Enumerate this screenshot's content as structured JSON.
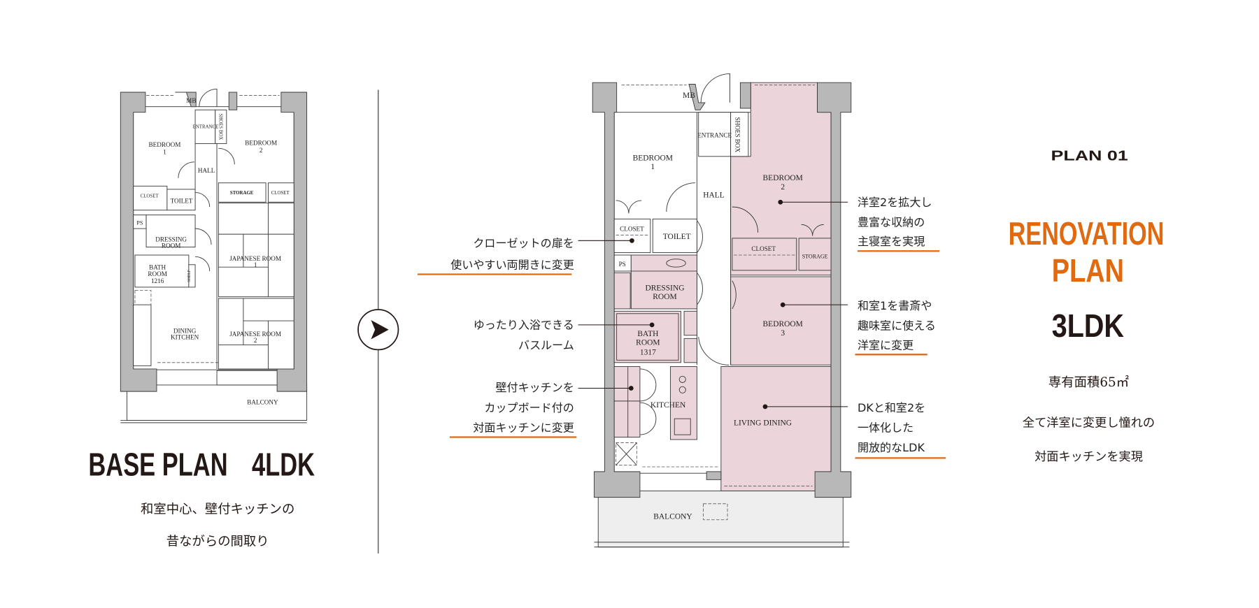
{
  "base_plan": {
    "title": "BASE PLAN　4LDK",
    "description_lines": [
      "和室中心、壁付キッチンの",
      "昔ながらの間取り"
    ],
    "rooms": {
      "mb": "MB",
      "bedroom1": [
        "BEDROOM",
        "1"
      ],
      "entrance": "ENTRANCE",
      "shoes_box": "SHOES BOX",
      "bedroom2": [
        "BEDROOM",
        "2"
      ],
      "hall": "HALL",
      "closet_left": "CLOSET",
      "toilet": "TOILET",
      "storage": "STORAGE",
      "closet_right": "CLOSET",
      "ps": "PS",
      "dressing": [
        "DRESSING",
        "ROOM"
      ],
      "japanese1": [
        "JAPANESE ROOM",
        "1"
      ],
      "bath": [
        "BATH",
        "ROOM",
        "1216"
      ],
      "shelf": "SHELF",
      "dining_kitchen": [
        "DINING",
        "KITCHEN"
      ],
      "japanese2": [
        "JAPANESE ROOM",
        "2"
      ],
      "balcony": "BALCONY"
    }
  },
  "renovation_plan": {
    "rooms": {
      "mb": "MB",
      "bedroom1": [
        "BEDROOM",
        "1"
      ],
      "entrance": "ENTRANCE",
      "shoes_box": "SHOES BOX",
      "hall": "HALL",
      "bedroom2": [
        "BEDROOM",
        "2"
      ],
      "closet_left": "CLOSET",
      "toilet": "TOILET",
      "closet_right": "CLOSET",
      "storage": "STORAGE",
      "ps": "PS",
      "dressing": [
        "DRESSING",
        "ROOM"
      ],
      "bath": [
        "BATH",
        "ROOM",
        "1317"
      ],
      "bedroom3": [
        "BEDROOM",
        "3"
      ],
      "kitchen": "KITCHEN",
      "living_dining": "LIVING DINING",
      "balcony": "BALCONY"
    },
    "callouts_left": [
      {
        "lines": [
          "クローゼットの扉を",
          "使いやすい両開きに変更"
        ]
      },
      {
        "lines": [
          "ゆったり入浴できる",
          "バスルーム"
        ]
      },
      {
        "lines": [
          "壁付キッチンを",
          "カップボード付の",
          "対面キッチンに変更"
        ]
      }
    ],
    "callouts_right": [
      {
        "lines": [
          "洋室2を拡大し",
          "豊富な収納の",
          "主寝室を実現"
        ]
      },
      {
        "lines": [
          "和室1を書斎や",
          "趣味室に使える",
          "洋室に変更"
        ]
      },
      {
        "lines": [
          "DKと和室2を",
          "一体化した",
          "開放的なLDK"
        ]
      }
    ]
  },
  "summary": {
    "plan_number": "PLAN 01",
    "title_lines": [
      "RENOVATION",
      "PLAN"
    ],
    "layout": "3LDK",
    "area": "専有面積65㎡",
    "description_lines": [
      "全て洋室に変更し憧れの",
      "対面キッチンを実現"
    ]
  },
  "colors": {
    "accent": "#e06a10",
    "room_highlight": "#ebd5da",
    "text": "#231815"
  }
}
